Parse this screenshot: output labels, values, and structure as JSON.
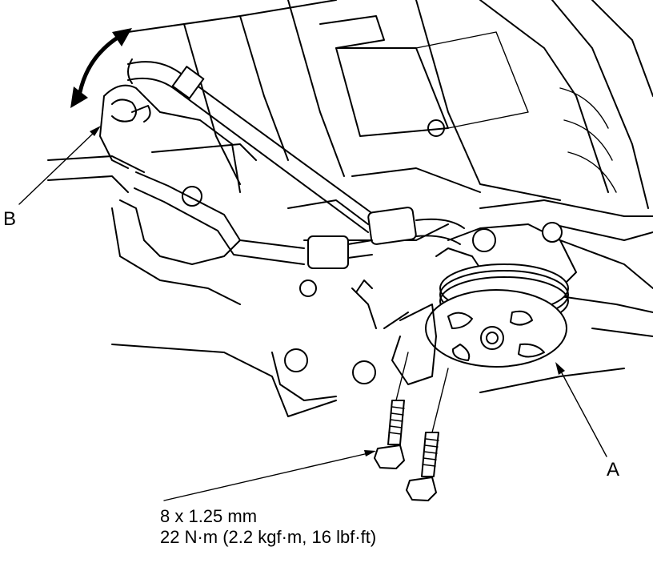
{
  "callouts": {
    "pulley": "A",
    "bracket": "B"
  },
  "spec": {
    "bolt_size": "8 x 1.25 mm",
    "torque": "22 N·m (2.2 kgf·m, 16 lbf·ft)"
  }
}
